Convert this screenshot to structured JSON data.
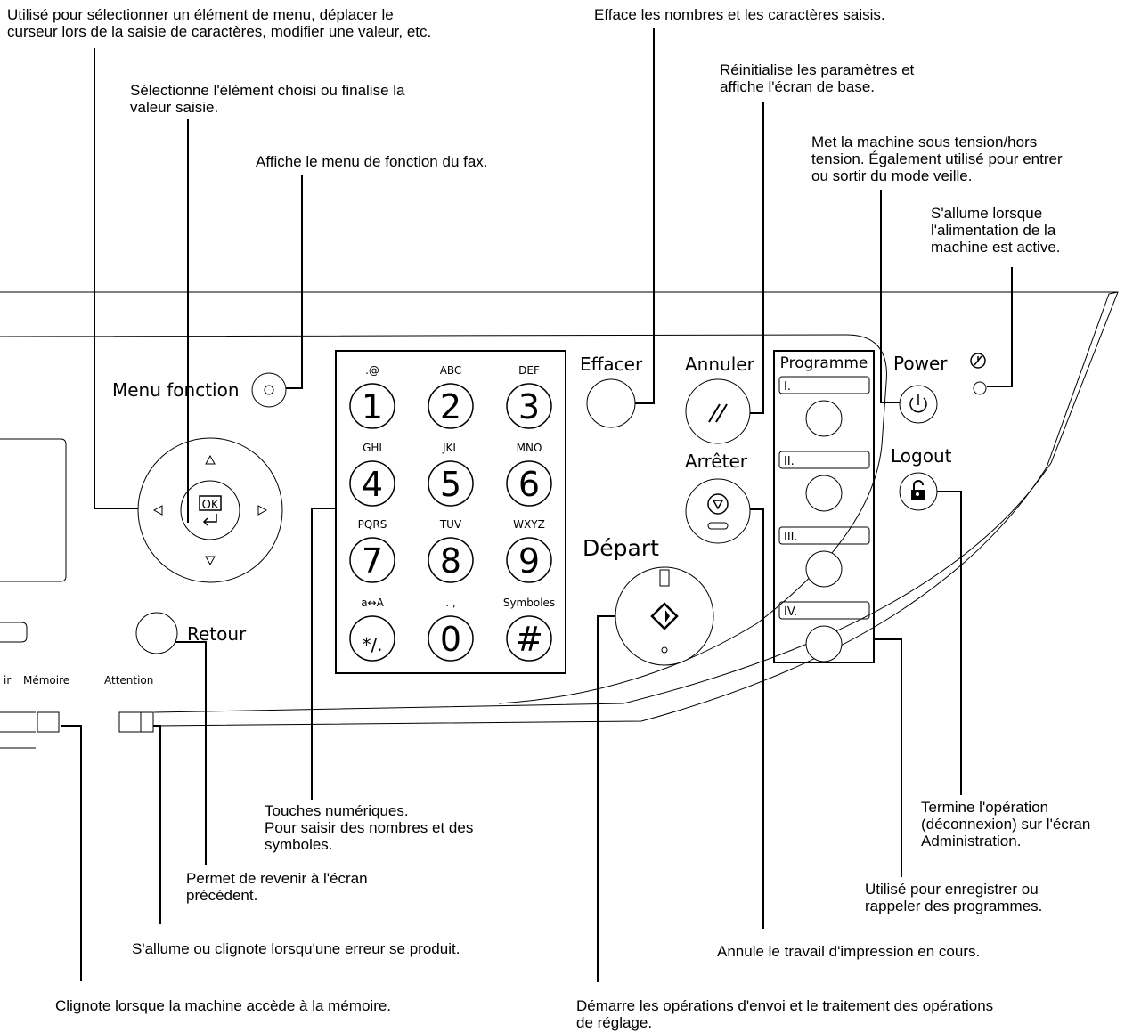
{
  "callouts": {
    "menu_nav": "Utilisé pour sélectionner un élément de menu, déplacer le\ncurseur lors de la saisie de caractères, modifier une valeur, etc.",
    "ok": "Sélectionne l'élément choisi ou finalise la\nvaleur saisie.",
    "fax_menu": "Affiche le menu de fonction du fax.",
    "clear": "Efface les nombres et les caractères saisis.",
    "reset": "Réinitialise les paramètres et\naffiche l'écran de base.",
    "power": "Met la machine sous tension/hors\ntension. Également utilisé pour entrer\nou sortir du mode veille.",
    "power_led": "S'allume lorsque\nl'alimentation de la\nmachine est active.",
    "numeric": "Touches numériques.\nPour saisir des nombres et des\nsymboles.",
    "back": "Permet de revenir à l'écran\nprécédent.",
    "attention": "S'allume ou clignote lorsqu'une erreur se produit.",
    "memory": "Clignote lorsque la machine accède à la mémoire.",
    "start": "Démarre les opérations d'envoi et le traitement des opérations\nde réglage.",
    "stop": "Annule le travail d'impression en cours.",
    "program": "Utilisé pour enregistrer ou\nrappeler des programmes.",
    "logout": "Termine l'opération\n(déconnexion) sur l'écran\nAdministration."
  },
  "panel": {
    "menu_fonction": "Menu fonction",
    "ok_label": "OK",
    "retour": "Retour",
    "memoire": "Mémoire",
    "attention": "Attention",
    "ir_fragment": "ir",
    "effacer": "Effacer",
    "annuler": "Annuler",
    "arreter": "Arrêter",
    "depart": "Départ",
    "programme": "Programme",
    "power": "Power",
    "logout": "Logout",
    "program_slots": [
      "I.",
      "II.",
      "III.",
      "IV."
    ],
    "keys": [
      {
        "letters": ".@",
        "digit": "1"
      },
      {
        "letters": "ABC",
        "digit": "2"
      },
      {
        "letters": "DEF",
        "digit": "3"
      },
      {
        "letters": "GHI",
        "digit": "4"
      },
      {
        "letters": "JKL",
        "digit": "5"
      },
      {
        "letters": "MNO",
        "digit": "6"
      },
      {
        "letters": "PQRS",
        "digit": "7"
      },
      {
        "letters": "TUV",
        "digit": "8"
      },
      {
        "letters": "WXYZ",
        "digit": "9"
      },
      {
        "letters": "a↔A",
        "digit": "*/."
      },
      {
        "letters": ". ,",
        "digit": "0"
      },
      {
        "letters": "Symboles",
        "digit": "#"
      }
    ]
  }
}
